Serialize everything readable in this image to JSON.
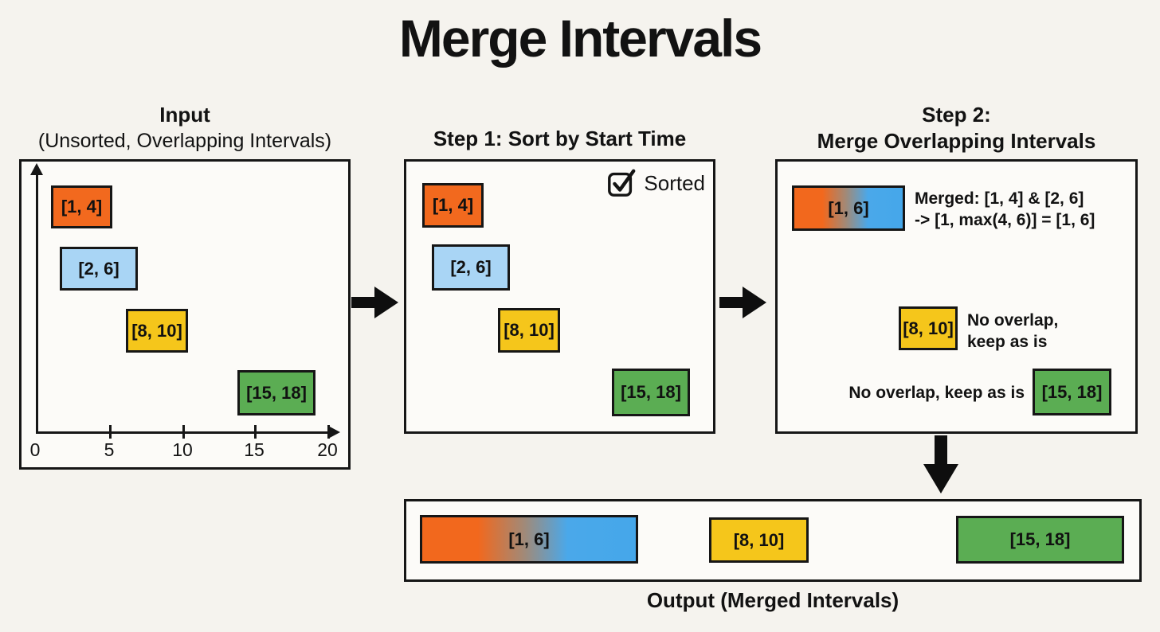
{
  "title": "Merge Intervals",
  "colors": {
    "orange": "#f2691e",
    "light_blue": "#a9d5f5",
    "blue": "#45a7ea",
    "yellow": "#f5c61b",
    "green": "#5bad53",
    "ink": "#161616",
    "background": "#f5f3ee",
    "panel_background": "#fcfbf8"
  },
  "icons": {
    "sorted_checkbox": "checkbox-checked-icon",
    "flow_right": "arrow-right-icon",
    "flow_down": "arrow-down-icon"
  },
  "input_panel": {
    "title": "Input",
    "subtitle": "(Unsorted, Overlapping Intervals)",
    "axis_ticks": [
      "0",
      "5",
      "10",
      "15",
      "20"
    ],
    "intervals": [
      {
        "label": "[1, 4]",
        "color": "#f2691e"
      },
      {
        "label": "[2, 6]",
        "color": "#a9d5f5"
      },
      {
        "label": "[8, 10]",
        "color": "#f5c61b"
      },
      {
        "label": "[15, 18]",
        "color": "#5bad53"
      }
    ]
  },
  "step1_panel": {
    "title": "Step 1: Sort by Start Time",
    "sorted_badge": "Sorted",
    "intervals": [
      {
        "label": "[1, 4]",
        "color": "#f2691e"
      },
      {
        "label": "[2, 6]",
        "color": "#a9d5f5"
      },
      {
        "label": "[8, 10]",
        "color": "#f5c61b"
      },
      {
        "label": "[15, 18]",
        "color": "#5bad53"
      }
    ]
  },
  "step2_panel": {
    "title_line1": "Step 2:",
    "title_line2": "Merge Overlapping Intervals",
    "merged_interval": {
      "label": "[1, 6]",
      "note_line1": "Merged: [1, 4] & [2, 6]",
      "note_line2": "-> [1, max(4, 6)] = [1, 6]"
    },
    "second_interval": {
      "label": "[8, 10]",
      "note_line1": "No overlap,",
      "note_line2": "keep as is"
    },
    "third_interval": {
      "label": "[15, 18]",
      "note": "No overlap, keep as is"
    }
  },
  "output_panel": {
    "caption": "Output (Merged Intervals)",
    "intervals": [
      {
        "label": "[1, 6]",
        "color": "orange-to-blue-gradient"
      },
      {
        "label": "[8, 10]",
        "color": "#f5c61b"
      },
      {
        "label": "[15, 18]",
        "color": "#5bad53"
      }
    ]
  }
}
